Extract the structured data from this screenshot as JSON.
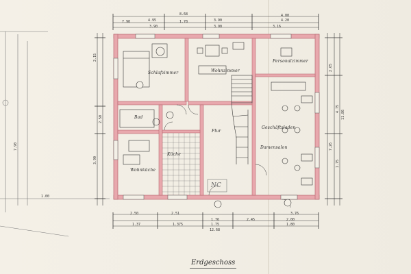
{
  "drawing": {
    "title": "Erdgeschoss",
    "rooms": {
      "schlafzimmer": "Schlafzimmer",
      "wohnzimmer": "Wohnzimmer",
      "personalzimmer": "Personalzimmer",
      "bad": "Bad",
      "flur": "Flur",
      "kueche": "Küche",
      "wohnkueche": "Wohnküche",
      "geschaeft": "Geschäftsladen",
      "damen": "Damensalon",
      "stamp": "NC"
    },
    "dimensions": {
      "overall_top": "8.68",
      "overall_bottom": "12.68",
      "top_row": [
        "7.90",
        "4.95",
        "1.78",
        "3.90",
        "4.00"
      ],
      "top_row2": [
        "3.90",
        "3.90",
        "3.16"
      ],
      "bottom_row": [
        "2.50",
        "2.51",
        "1.76",
        "2.45",
        "2.00"
      ],
      "bottom_row2": [
        "1.37",
        "1.375",
        "1.75",
        "1.80"
      ],
      "left_col": [
        "2.15",
        "3.90",
        "2.50",
        "7.90"
      ],
      "right_col": [
        "2.65",
        "4.75",
        "7.26",
        "1.75",
        "11.86"
      ],
      "misc": [
        "1.00",
        "3.76",
        "4.20"
      ]
    }
  }
}
